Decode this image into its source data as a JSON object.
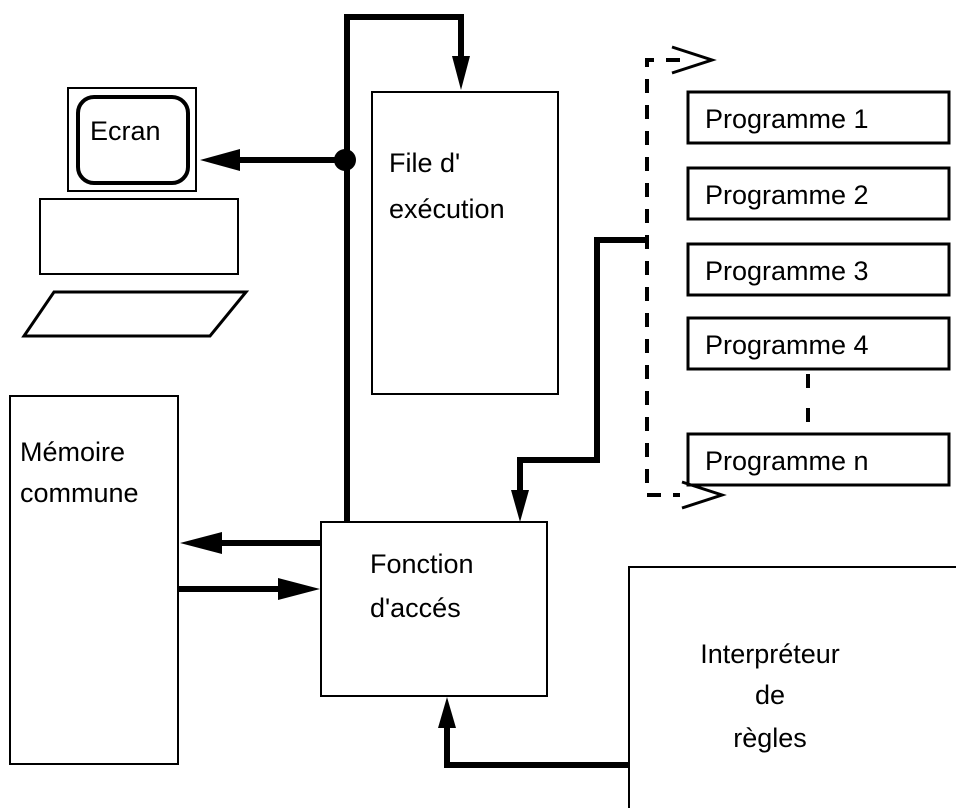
{
  "computer": {
    "screen_label": "Ecran"
  },
  "boxes": {
    "file_execution": {
      "line1": "File d'",
      "line2": "exécution"
    },
    "memoire_commune": {
      "line1": "Mémoire",
      "line2": "commune"
    },
    "fonction_acces": {
      "line1": "Fonction",
      "line2": "d'accés"
    },
    "interpreteur": {
      "line1": "Interpréteur",
      "line2": "de",
      "line3": "règles"
    }
  },
  "programmes": [
    {
      "label": "Programme 1"
    },
    {
      "label": "Programme 2"
    },
    {
      "label": "Programme 3"
    },
    {
      "label": "Programme 4"
    },
    {
      "label": "Programme n"
    }
  ],
  "colors": {
    "line": "#000000",
    "background": "#ffffff"
  }
}
